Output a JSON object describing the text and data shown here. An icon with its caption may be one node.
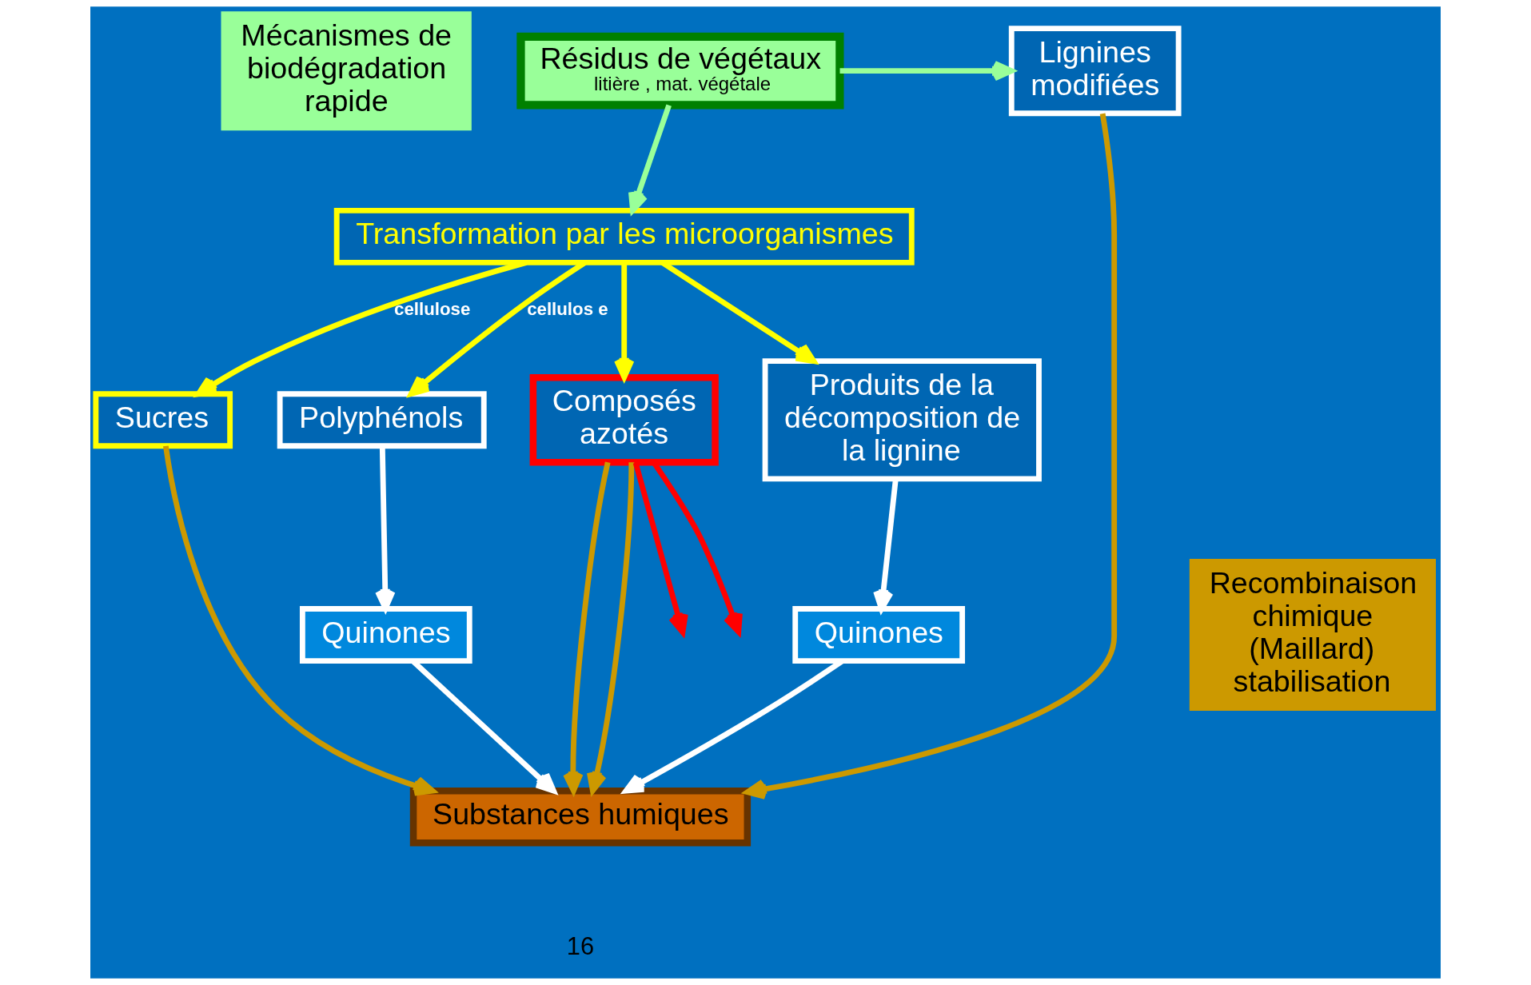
{
  "diagram": {
    "nodes": [
      {
        "text": [
          "Mécanismes de biodégradation rapide"
        ]
      },
      {
        "text": [
          "Résidus de végétaux",
          "litière , mat. végétale"
        ]
      },
      {
        "text": [
          "Lignines modifiées"
        ]
      },
      {
        "text": [
          "Transformation par les microorganismes"
        ]
      },
      {
        "text": [
          "Sucres"
        ]
      },
      {
        "text": [
          "Polyphénols"
        ]
      },
      {
        "text": [
          "Composés azotés"
        ]
      },
      {
        "text": [
          "Produits de la décomposition de la lignine"
        ]
      },
      {
        "text": [
          "Recombinaison chimique (Maillard) stabilisation"
        ]
      },
      {
        "text": [
          "Quinones"
        ]
      },
      {
        "text": [
          "Quinones"
        ]
      },
      {
        "text": [
          "Substances humiques"
        ]
      }
    ],
    "edges": [
      {
        "from": 1,
        "to": 2,
        "arrow": "to",
        "color": "#99ff99"
      },
      {
        "from": 1,
        "to": 3,
        "arrow": "to",
        "color": "#99ff99"
      },
      {
        "from": 3,
        "to": 4,
        "arrow": "to",
        "label": "cellulose",
        "color": "#ffff00"
      },
      {
        "from": 3,
        "to": 5,
        "arrow": "to",
        "label": "cellulos e",
        "color": "#ffff00"
      },
      {
        "from": 3,
        "to": 6,
        "arrow": "to",
        "color": "#ffff00"
      },
      {
        "from": 3,
        "to": 7,
        "arrow": "to",
        "color": "#ffff00"
      },
      {
        "from": 5,
        "to": 9,
        "arrow": "to",
        "color": "#ffffff"
      },
      {
        "from": 7,
        "to": 10,
        "arrow": "to",
        "color": "#ffffff"
      },
      {
        "from": 6,
        "to": null,
        "arrow": "to",
        "color": "#ff0000"
      },
      {
        "from": 6,
        "to": null,
        "arrow": "to",
        "color": "#ff0000"
      },
      {
        "from": 4,
        "to": 11,
        "arrow": "to",
        "color": "#cc9900"
      },
      {
        "from": 2,
        "to": 11,
        "arrow": "to",
        "color": "#cc9900"
      },
      {
        "from": 6,
        "to": 11,
        "arrow": "to",
        "color": "#cc9900"
      },
      {
        "from": 6,
        "to": 11,
        "arrow": "to",
        "color": "#cc9900"
      },
      {
        "from": 9,
        "to": 11,
        "arrow": "to",
        "color": "#ffffff"
      },
      {
        "from": 10,
        "to": 11,
        "arrow": "to",
        "color": "#ffffff"
      }
    ],
    "labels": [
      "16"
    ]
  }
}
